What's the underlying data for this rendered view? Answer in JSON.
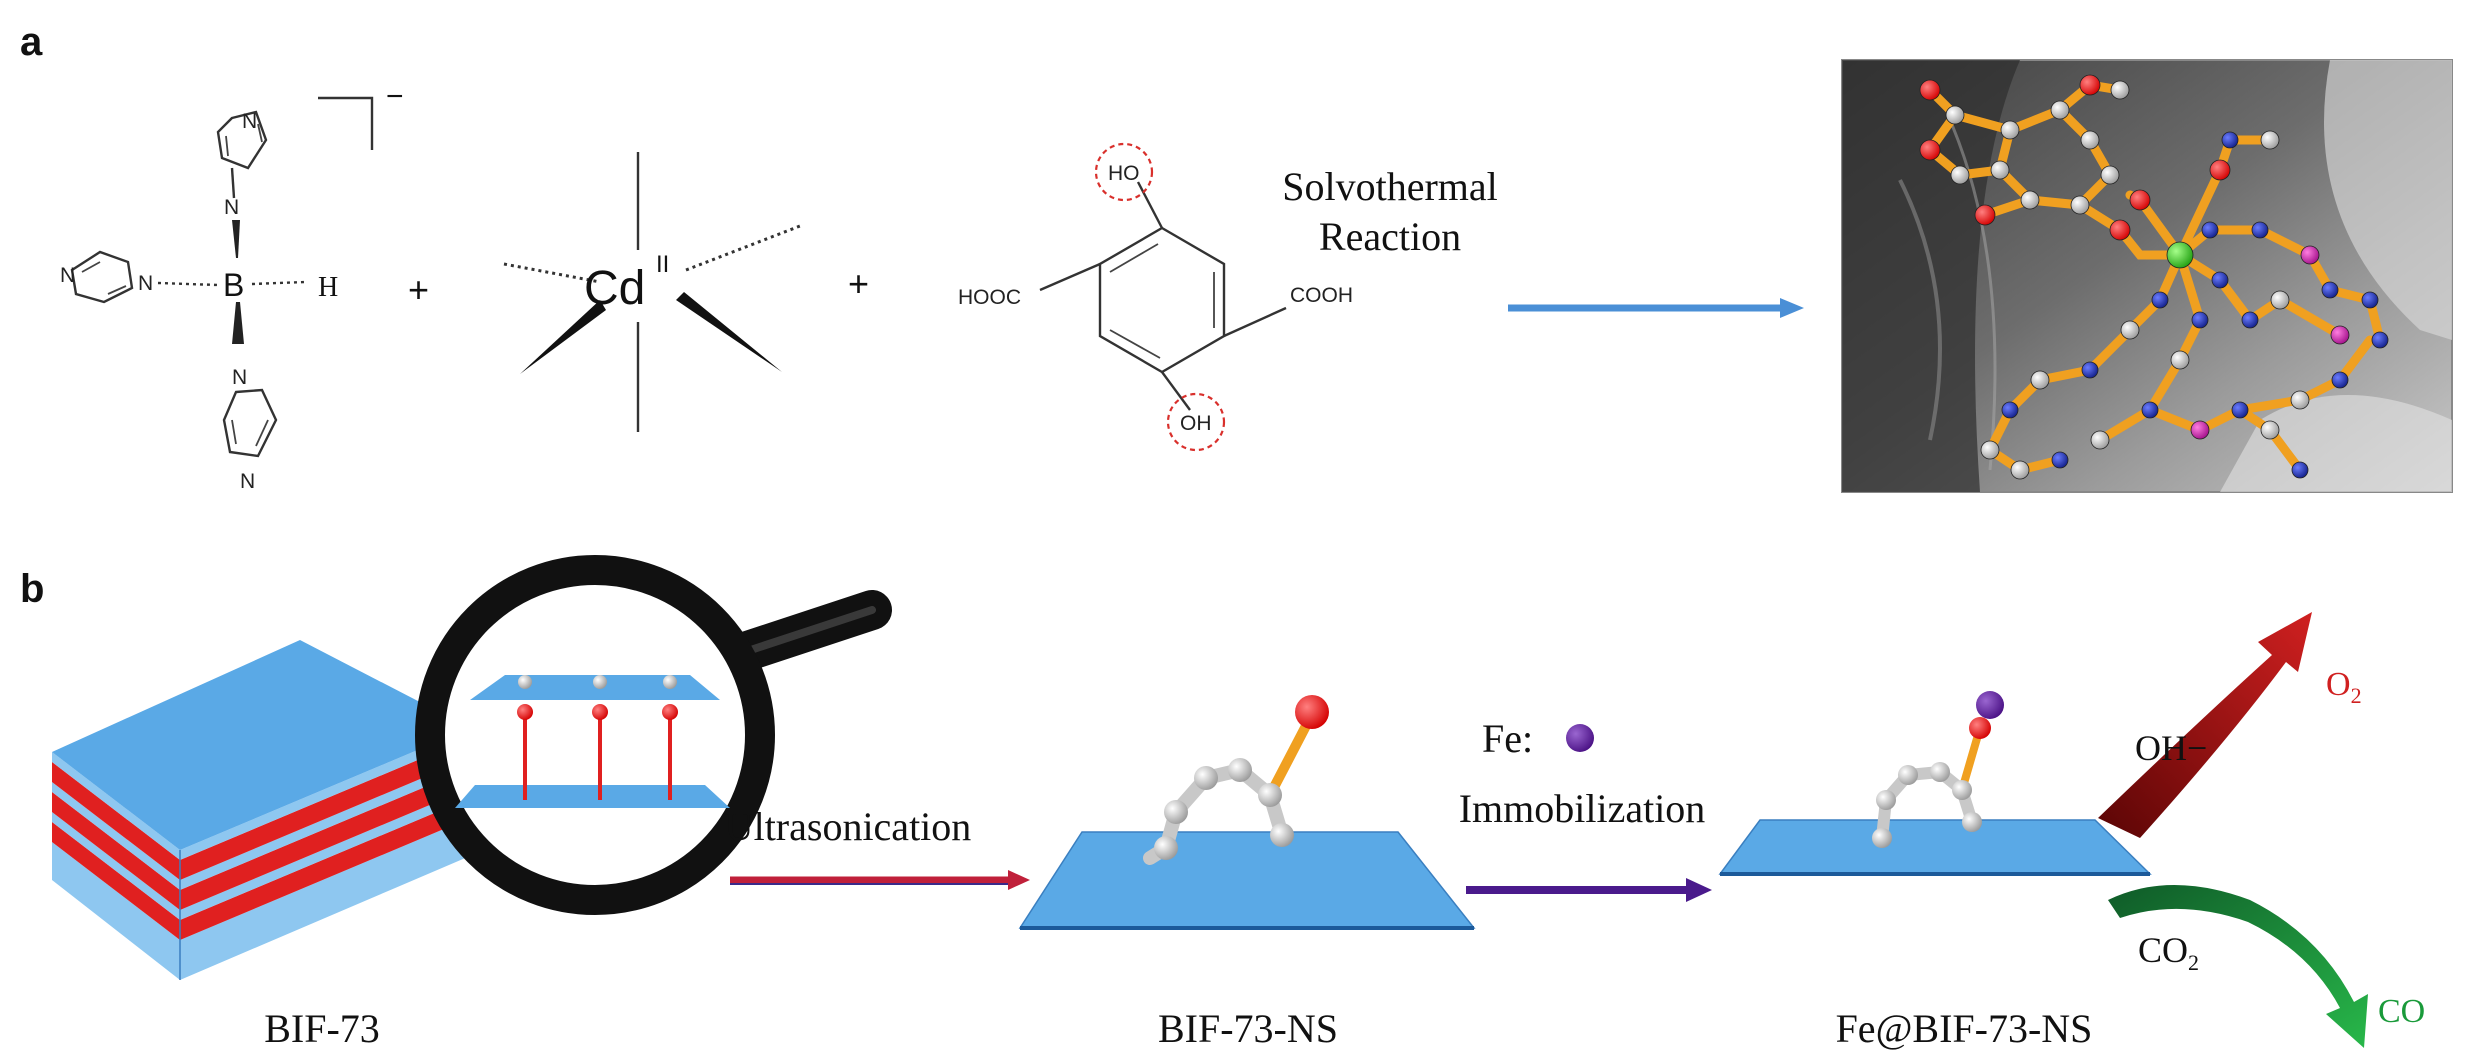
{
  "panel_a": {
    "label": "a",
    "ligand": {
      "atoms": {
        "N": "N",
        "B": "B",
        "H": "H"
      },
      "charge": "−"
    },
    "plus_1": "+",
    "plus_2": "+",
    "metal": {
      "symbol": "Cd",
      "oxidation": "II"
    },
    "acid": {
      "left_group": "HOOC",
      "right_group": "COOH",
      "top_group": "HO",
      "bottom_group": "OH"
    },
    "arrow_label_1": "Solvothermal",
    "arrow_label_2": "Reaction",
    "colors": {
      "arrow": "#4a8fd6",
      "highlight": "#d9302c"
    }
  },
  "panel_b": {
    "label": "b",
    "bulk_label": "BIF-73",
    "step1_label": "Ultrasonication",
    "nanosheet_label": "BIF-73-NS",
    "fe_prefix": "Fe:",
    "step2_label": "Immobilization",
    "product_label": "Fe@BIF-73-NS",
    "oh_label": "OH−",
    "o2": {
      "base": "O",
      "sub": "2"
    },
    "co2": {
      "base": "CO",
      "sub": "2"
    },
    "co_label": "CO",
    "colors": {
      "sheet": "#5aa9e6",
      "stripe": "#e02020",
      "step1_arrow": "#c0203a",
      "step2_arrow": "#4a1a8c",
      "fe": "#5b1d9a",
      "o_ball": "#ee1111",
      "oer_arrow": "#a01515",
      "co2_arrow": "#1a8a3a"
    }
  }
}
